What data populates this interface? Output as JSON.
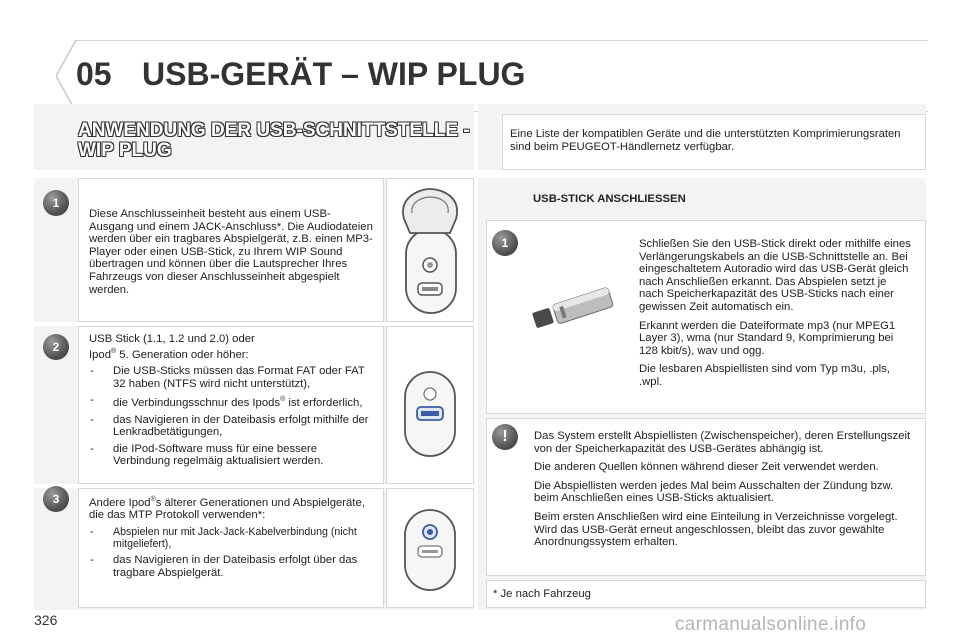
{
  "header": {
    "chapter": "05",
    "title": "USB-GERÄT – WIP PLUG"
  },
  "section": {
    "title": "ANWENDUNG DER USB-SCHNITTSTELLE - WIP PLUG"
  },
  "intro": "Eine Liste der kompatiblen Geräte und die unterstützten Komprimierungsraten sind beim PEUGEOT-Händlernetz verfügbar.",
  "left": {
    "step1": {
      "badge": "1",
      "text": "Diese Anschlusseinheit besteht aus einem USB-Ausgang und einem JACK-Anschluss*. Die Audiodateien werden über ein tragbares Abspielgerät, z.B. einen MP3-Player oder einen USB-Stick, zu Ihrem WIP Sound übertragen und können über die Lautsprecher Ihres Fahrzeugs von dieser Anschlusseinheit abgespielt werden."
    },
    "step2": {
      "badge": "2",
      "line1": "USB Stick (1.1, 1.2 und 2.0) oder",
      "line2_a": "Ipod",
      "line2_sup": "®",
      "line2_b": " 5. Generation oder höher:",
      "bullets": [
        {
          "dash": "-",
          "text": "Die USB-Sticks müssen das Format FAT oder FAT 32 haben (NTFS wird nicht unterstützt),"
        },
        {
          "dash": "-",
          "text_a": "die Verbindungsschnur des Ipods",
          "sup": "®",
          "text_b": " ist erforderlich,"
        },
        {
          "dash": "-",
          "text": "das Navigieren in der Dateibasis erfolgt mithilfe der Lenkradbetätigungen,"
        },
        {
          "dash": "-",
          "text": "die IPod-Software muss für eine bessere Verbindung regelmäig aktualisiert werden."
        }
      ]
    },
    "step3": {
      "badge": "3",
      "line_a": "Andere Ipod",
      "line_sup": "®",
      "line_b": "s älterer Generationen und Abspielgeräte, die das MTP Protokoll verwenden*:",
      "bullets": [
        {
          "dash": "-",
          "text": "Abspielen nur mit Jack-Jack-Kabelverbindung (nicht mitgeliefert),"
        },
        {
          "dash": "-",
          "text": "das Navigieren in der Dateibasis erfolgt über das tragbare Abspielgerät."
        }
      ]
    }
  },
  "right": {
    "usb_heading": "USB-STICK ANSCHLIESSEN",
    "step1": {
      "badge": "1",
      "paragraphs": [
        "Schließen Sie den USB-Stick direkt oder mithilfe eines Verlängerungskabels an die USB-Schnittstelle an. Bei eingeschaltetem Autoradio wird das USB-Gerät gleich nach Anschließen erkannt. Das Abspielen setzt je nach Speicherkapazität des USB-Sticks nach einer gewissen Zeit automatisch ein.",
        "Erkannt werden die Dateiformate mp3 (nur MPEG1 Layer 3), wma (nur Standard 9, Komprimierung bei 128 kbit/s), wav und ogg.",
        "Die lesbaren Abspiellisten sind vom Typ m3u, .pls, .wpl."
      ]
    },
    "warning": {
      "badge": "!",
      "paragraphs": [
        "Das System erstellt Abspiellisten (Zwischenspeicher), deren Erstellungszeit von der Speicherkapazität des USB-Gerätes abhängig ist.",
        "Die anderen Quellen können während dieser Zeit verwendet werden.",
        "Die Abspiellisten werden jedes Mal beim Ausschalten der Zündung bzw. beim Anschließen eines USB-Sticks aktualisiert.",
        "Beim ersten Anschließen wird eine Einteilung in Verzeichnisse vorgelegt. Wird das USB-Gerät erneut angeschlossen, bleibt das zuvor gewählte Anordnungssystem erhalten."
      ]
    },
    "footnote": "* Je nach Fahrzeug"
  },
  "footer": {
    "page": "326",
    "watermark": "carmanualsonline.info"
  },
  "colors": {
    "panel": "#f3f3f3",
    "badge": "#5a5a5a",
    "title_outline": "#333333"
  }
}
